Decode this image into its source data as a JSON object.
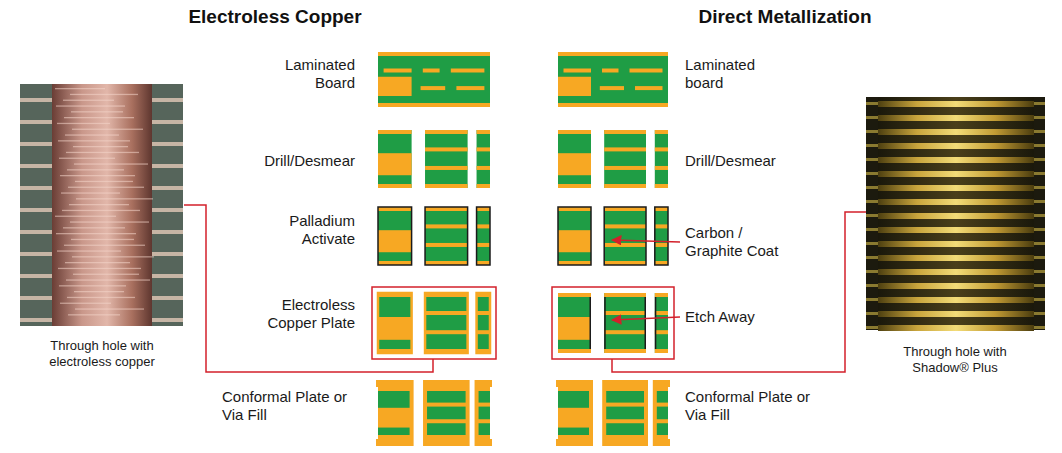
{
  "diagram": {
    "nodes": [
      {
        "text": [
          "Through hole with electroless copper"
        ]
      },
      {
        "text": [
          "Through hole with Shadow® Plus"
        ]
      }
    ],
    "labels": [
      "Electroless Copper",
      "Direct Metallization",
      "Laminated Board",
      "Drill/Desmear",
      "Palladium Activate",
      "Electroless Copper Plate",
      "Conformal Plate or Via Fill",
      "Laminated board",
      "Drill/Desmear",
      "Carbon / Graphite Coat",
      "Etch Away",
      "Conformal Plate or Via Fill"
    ]
  }
}
